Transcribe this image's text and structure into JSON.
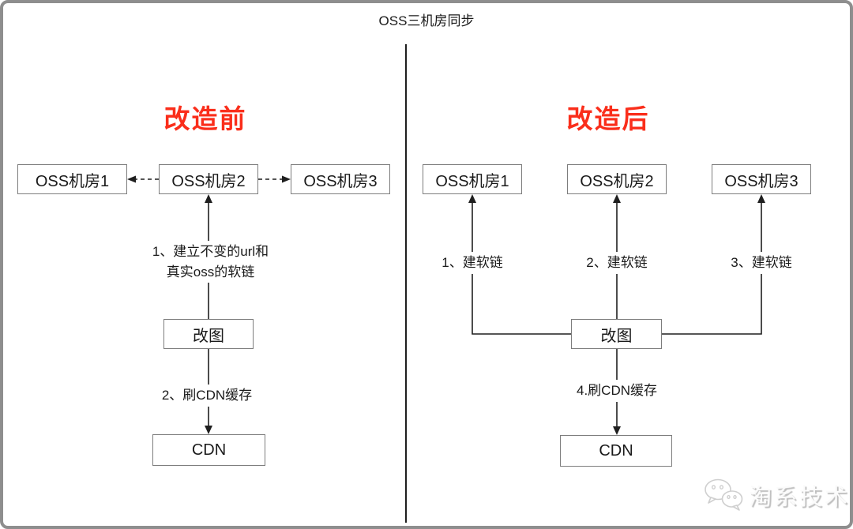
{
  "title": "OSS三机房同步",
  "panels": {
    "before": {
      "heading": "改造前",
      "rooms": [
        "OSS机房1",
        "OSS机房2",
        "OSS机房3"
      ],
      "step1": [
        "1、建立不变的url和",
        "真实oss的软链"
      ],
      "modify_label": "改图",
      "step2": "2、刷CDN缓存",
      "cdn_label": "CDN"
    },
    "after": {
      "heading": "改造后",
      "rooms": [
        "OSS机房1",
        "OSS机房2",
        "OSS机房3"
      ],
      "steps": [
        "1、建软链",
        "2、建软链",
        "3、建软链"
      ],
      "modify_label": "改图",
      "step4": "4.刷CDN缓存",
      "cdn_label": "CDN"
    }
  },
  "watermark": {
    "icon": "wechat-icon",
    "text": "淘系技术"
  },
  "colors": {
    "heading_red": "#fa2e1b",
    "line": "#1f1f1f",
    "box_border": "#7d7d7d",
    "frame_border": "#8e8e8e"
  }
}
